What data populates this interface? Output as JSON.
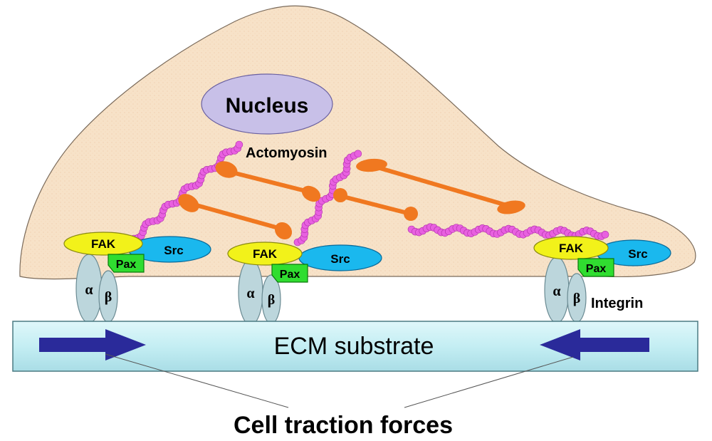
{
  "labels": {
    "nucleus": "Nucleus",
    "actomyosin": "Actomyosin",
    "integrin": "Integrin",
    "ecm": "ECM substrate",
    "forces": "Cell traction forces",
    "fak": "FAK",
    "src": "Src",
    "pax": "Pax",
    "alpha": "α",
    "beta": "β"
  },
  "colors": {
    "cell": "#f7e2c8",
    "nucleus": "#c8c0e8",
    "actin": "#e860e0",
    "myosin": "#f07820",
    "fak": "#f2f21a",
    "src": "#1ab8ee",
    "pax": "#30dd30",
    "integrin": "#bcd6dc",
    "ecm": "#b8eaf0",
    "arrow": "#2a2a9a"
  }
}
